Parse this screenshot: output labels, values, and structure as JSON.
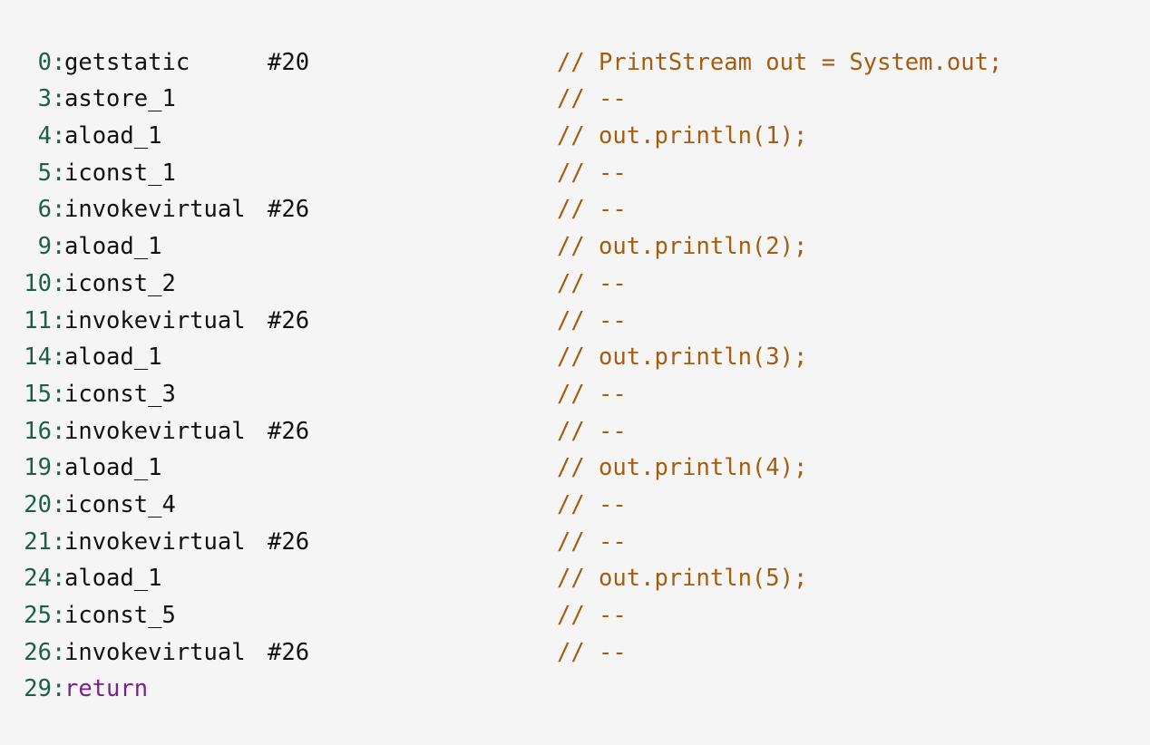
{
  "colors": {
    "background": "#f5f5f5",
    "line_number": "#1b5e4a",
    "opcode": "#111111",
    "keyword": "#7a1f8f",
    "comment": "#a65c0e"
  },
  "lines": [
    {
      "num": "0",
      "op": "getstatic",
      "arg": "#20",
      "comment": "// PrintStream out = System.out;"
    },
    {
      "num": "3",
      "op": "astore_1",
      "arg": "",
      "comment": "// --"
    },
    {
      "num": "4",
      "op": "aload_1",
      "arg": "",
      "comment": "// out.println(1);"
    },
    {
      "num": "5",
      "op": "iconst_1",
      "arg": "",
      "comment": "// --"
    },
    {
      "num": "6",
      "op": "invokevirtual",
      "arg": "#26",
      "comment": "// --"
    },
    {
      "num": "9",
      "op": "aload_1",
      "arg": "",
      "comment": "// out.println(2);"
    },
    {
      "num": "10",
      "op": "iconst_2",
      "arg": "",
      "comment": "// --"
    },
    {
      "num": "11",
      "op": "invokevirtual",
      "arg": "#26",
      "comment": "// --"
    },
    {
      "num": "14",
      "op": "aload_1",
      "arg": "",
      "comment": "// out.println(3);"
    },
    {
      "num": "15",
      "op": "iconst_3",
      "arg": "",
      "comment": "// --"
    },
    {
      "num": "16",
      "op": "invokevirtual",
      "arg": "#26",
      "comment": "// --"
    },
    {
      "num": "19",
      "op": "aload_1",
      "arg": "",
      "comment": "// out.println(4);"
    },
    {
      "num": "20",
      "op": "iconst_4",
      "arg": "",
      "comment": "// --"
    },
    {
      "num": "21",
      "op": "invokevirtual",
      "arg": "#26",
      "comment": "// --"
    },
    {
      "num": "24",
      "op": "aload_1",
      "arg": "",
      "comment": "// out.println(5);"
    },
    {
      "num": "25",
      "op": "iconst_5",
      "arg": "",
      "comment": "// --"
    },
    {
      "num": "26",
      "op": "invokevirtual",
      "arg": "#26",
      "comment": "// --"
    },
    {
      "num": "29",
      "op": "return",
      "arg": "",
      "comment": "",
      "keyword": true
    }
  ]
}
